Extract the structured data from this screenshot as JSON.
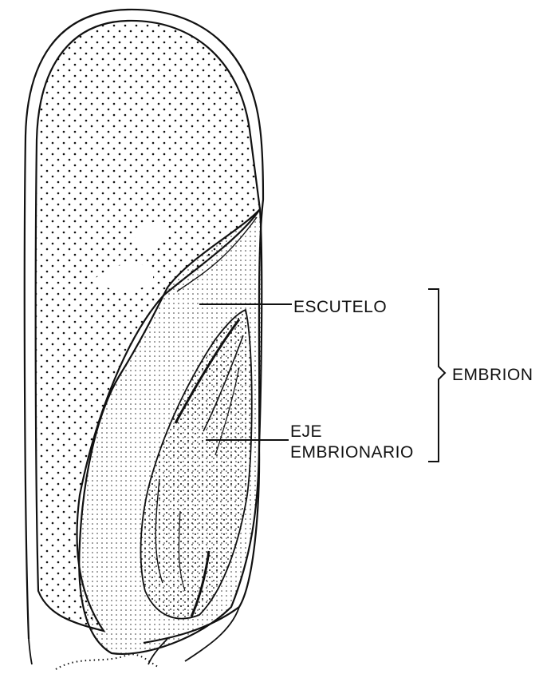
{
  "labels": {
    "escutelo": "ESCUTELO",
    "eje_line1": "EJE",
    "eje_line2": "EMBRIONARIO",
    "embrion": "EMBRION"
  },
  "colors": {
    "ink": "#111111",
    "paper": "#ffffff"
  }
}
